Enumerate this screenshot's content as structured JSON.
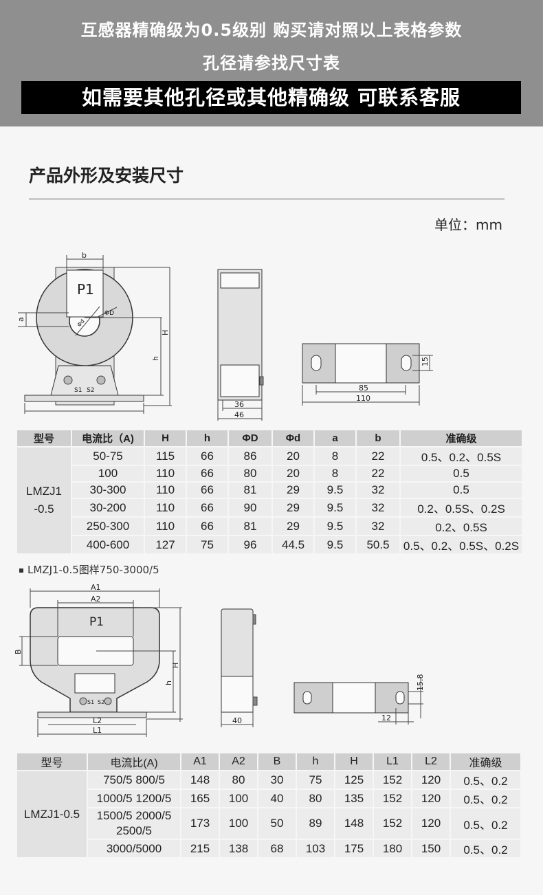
{
  "banner": {
    "line1": "互感器精确级为0.5级别 购买请对照以上表格参数",
    "line2": "孔径请参找尺寸表",
    "bar": "如需要其他孔径或其他精确级 可联系客服"
  },
  "section": {
    "title": "产品外形及安装尺寸",
    "unit": "单位：mm"
  },
  "drawing1": {
    "labels": {
      "b": "b",
      "a": "a",
      "H": "H",
      "h": "h",
      "P1": "P1",
      "phi_d": "Φd",
      "phi_D": "ΦD",
      "S1": "S1",
      "S2": "S2",
      "dim36": "36",
      "dim46": "46",
      "dim85": "85",
      "dim110": "110",
      "dim15": "15"
    }
  },
  "table1": {
    "headers": [
      "型号",
      "电流比（A)",
      "H",
      "h",
      "ΦD",
      "Φd",
      "a",
      "b",
      "准确级"
    ],
    "model_line1": "LMZJ1",
    "model_line2": "-0.5",
    "rows": [
      [
        "50-75",
        "115",
        "66",
        "86",
        "20",
        "8",
        "22",
        "0.5、0.2、0.5S"
      ],
      [
        "100",
        "110",
        "66",
        "80",
        "20",
        "8",
        "22",
        "0.5"
      ],
      [
        "30-300",
        "110",
        "66",
        "81",
        "29",
        "9.5",
        "32",
        "0.5"
      ],
      [
        "30-200",
        "110",
        "66",
        "90",
        "29",
        "9.5",
        "32",
        "0.2、0.5S、0.2S"
      ],
      [
        "250-300",
        "110",
        "66",
        "81",
        "29",
        "9.5",
        "32",
        "0.2、0.5S"
      ],
      [
        "400-600",
        "127",
        "75",
        "96",
        "44.5",
        "9.5",
        "50.5",
        "0.5、0.2、0.5S、0.2S"
      ]
    ]
  },
  "caption2": "LMZJ1-0.5图样750-3000/5",
  "drawing2": {
    "labels": {
      "A1": "A1",
      "A2": "A2",
      "B": "B",
      "H": "H",
      "h": "h",
      "P1": "P1",
      "S1": "S1",
      "S2": "S2",
      "L1": "L1",
      "L2": "L2",
      "dim40": "40",
      "dim12": "12",
      "dim15_8": "15.8"
    }
  },
  "table2": {
    "headers": [
      "型号",
      "电流比(A)",
      "A1",
      "A2",
      "B",
      "h",
      "H",
      "L1",
      "L2",
      "准确级"
    ],
    "model": "LMZJ1-0.5",
    "rows": [
      [
        "750/5 800/5",
        "148",
        "80",
        "30",
        "75",
        "125",
        "152",
        "120",
        "0.5、0.2"
      ],
      [
        "1000/5 1200/5",
        "165",
        "100",
        "40",
        "80",
        "135",
        "152",
        "120",
        "0.5、0.2"
      ],
      [
        "1500/5 2000/5 2500/5",
        "173",
        "100",
        "50",
        "89",
        "148",
        "152",
        "120",
        "0.5、0.2"
      ],
      [
        "3000/5000",
        "215",
        "138",
        "68",
        "103",
        "175",
        "180",
        "150",
        "0.5、0.2"
      ]
    ]
  }
}
